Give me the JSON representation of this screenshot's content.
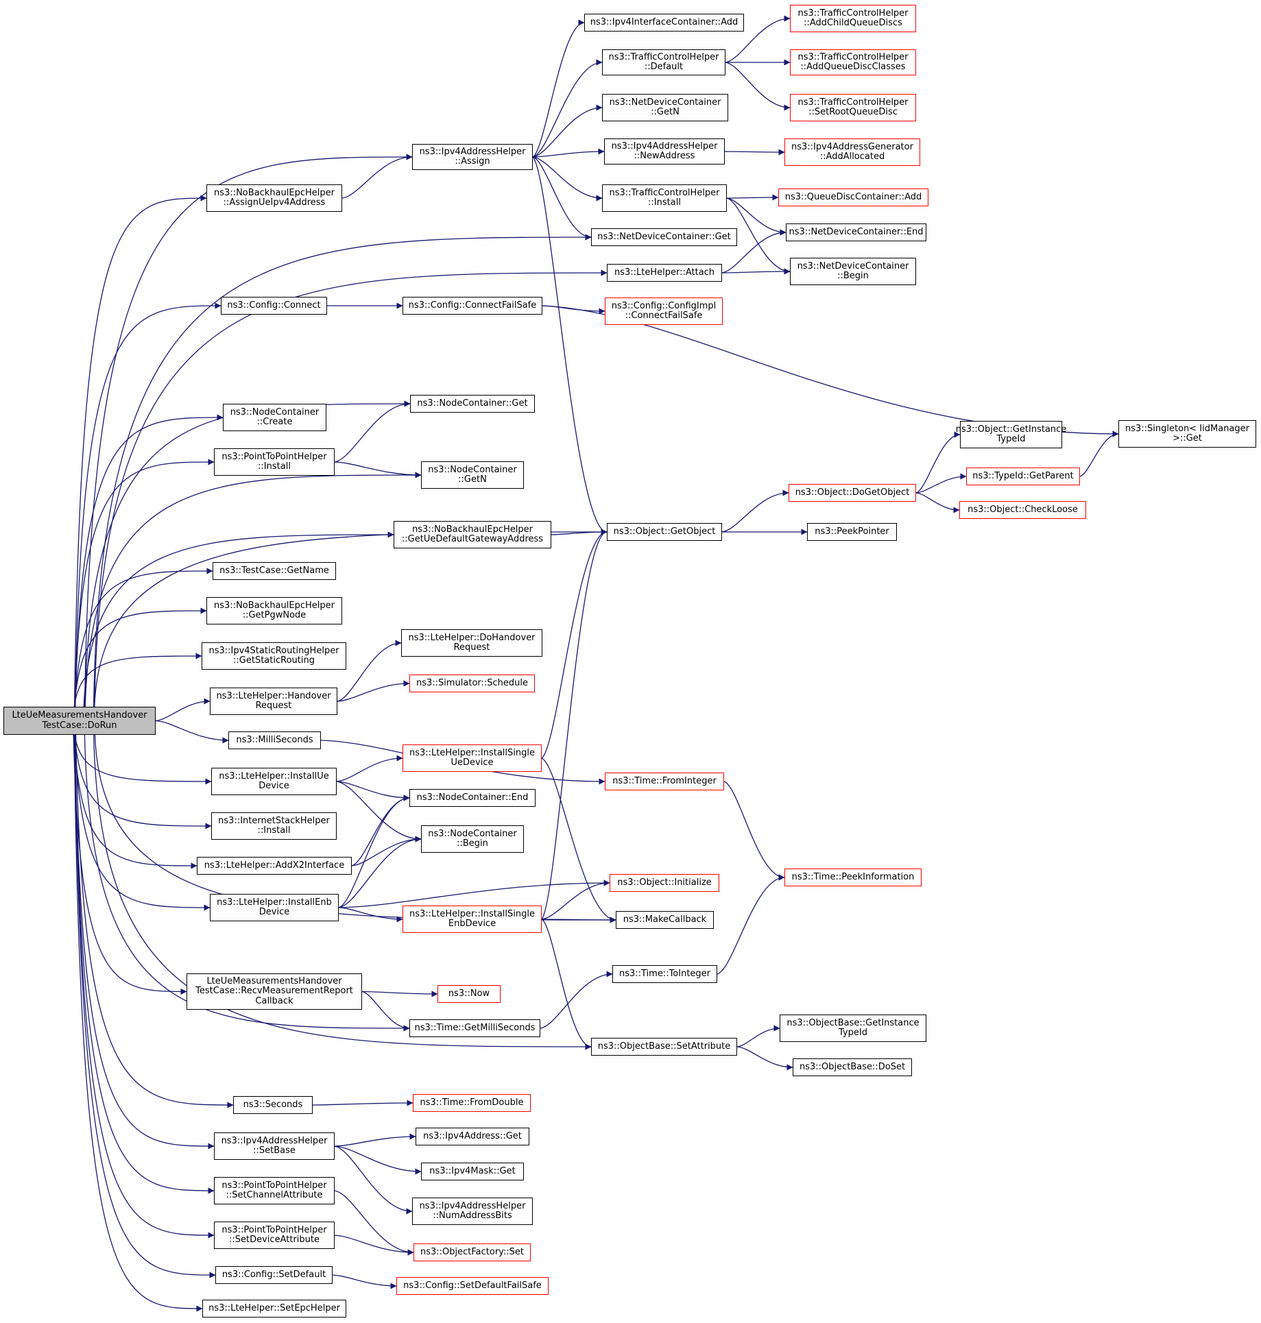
{
  "diagram": {
    "kind": "doxygen call graph",
    "root": "LteUeMeasurementsHandoverTestCase::DoRun",
    "colors": {
      "edge": "#191970",
      "node_border": "#000000",
      "node_border_incomplete": "#ff0000",
      "root_fill": "#bfbfbf"
    },
    "nodes": [
      {
        "id": "root",
        "lines": [
          "LteUeMeasurementsHandover",
          "TestCase::DoRun"
        ],
        "style": "root"
      },
      {
        "id": "assignUeIpv4",
        "lines": [
          "ns3::NoBackhaulEpcHelper",
          "::AssignUeIpv4Address"
        ],
        "style": "normal"
      },
      {
        "id": "ipv4Assign",
        "lines": [
          "ns3::Ipv4AddressHelper",
          "::Assign"
        ],
        "style": "normal"
      },
      {
        "id": "ipv4IfcAdd",
        "lines": [
          "ns3::Ipv4InterfaceContainer::Add"
        ],
        "style": "normal"
      },
      {
        "id": "tchDefault",
        "lines": [
          "ns3::TrafficControlHelper",
          "::Default"
        ],
        "style": "normal"
      },
      {
        "id": "tchAddChild",
        "lines": [
          "ns3::TrafficControlHelper",
          "::AddChildQueueDiscs"
        ],
        "style": "red"
      },
      {
        "id": "tchAddClasses",
        "lines": [
          "ns3::TrafficControlHelper",
          "::AddQueueDiscClasses"
        ],
        "style": "red"
      },
      {
        "id": "tchSetRoot",
        "lines": [
          "ns3::TrafficControlHelper",
          "::SetRootQueueDisc"
        ],
        "style": "red"
      },
      {
        "id": "ndcGetN",
        "lines": [
          "ns3::NetDeviceContainer",
          "::GetN"
        ],
        "style": "normal"
      },
      {
        "id": "ipv4NewAddr",
        "lines": [
          "ns3::Ipv4AddressHelper",
          "::NewAddress"
        ],
        "style": "normal"
      },
      {
        "id": "ipv4GenAlloc",
        "lines": [
          "ns3::Ipv4AddressGenerator",
          "::AddAllocated"
        ],
        "style": "red"
      },
      {
        "id": "tchInstall",
        "lines": [
          "ns3::TrafficControlHelper",
          "::Install"
        ],
        "style": "normal"
      },
      {
        "id": "qdcAdd",
        "lines": [
          "ns3::QueueDiscContainer::Add"
        ],
        "style": "red"
      },
      {
        "id": "ndcEnd",
        "lines": [
          "ns3::NetDeviceContainer::End"
        ],
        "style": "normal"
      },
      {
        "id": "ndcGet",
        "lines": [
          "ns3::NetDeviceContainer::Get"
        ],
        "style": "normal"
      },
      {
        "id": "lteAttach",
        "lines": [
          "ns3::LteHelper::Attach"
        ],
        "style": "normal"
      },
      {
        "id": "ndcBegin",
        "lines": [
          "ns3::NetDeviceContainer",
          "::Begin"
        ],
        "style": "normal"
      },
      {
        "id": "cfgConnect",
        "lines": [
          "ns3::Config::Connect"
        ],
        "style": "normal"
      },
      {
        "id": "cfgConnectFS",
        "lines": [
          "ns3::Config::ConnectFailSafe"
        ],
        "style": "normal"
      },
      {
        "id": "cfgImplConnect",
        "lines": [
          "ns3::Config::ConfigImpl",
          "::ConnectFailSafe"
        ],
        "style": "red"
      },
      {
        "id": "singletonGet",
        "lines": [
          "ns3::Singleton< IidManager",
          " >::Get"
        ],
        "style": "normal"
      },
      {
        "id": "ncCreate",
        "lines": [
          "ns3::NodeContainer",
          "::Create"
        ],
        "style": "normal"
      },
      {
        "id": "ncGet",
        "lines": [
          "ns3::NodeContainer::Get"
        ],
        "style": "normal"
      },
      {
        "id": "p2pInstall",
        "lines": [
          "ns3::PointToPointHelper",
          "::Install"
        ],
        "style": "normal"
      },
      {
        "id": "ncGetN",
        "lines": [
          "ns3::NodeContainer",
          "::GetN"
        ],
        "style": "normal"
      },
      {
        "id": "getUeGw",
        "lines": [
          "ns3::NoBackhaulEpcHelper",
          "::GetUeDefaultGatewayAddress"
        ],
        "style": "normal"
      },
      {
        "id": "objGetObject",
        "lines": [
          "ns3::Object::GetObject"
        ],
        "style": "normal"
      },
      {
        "id": "peekPointer",
        "lines": [
          "ns3::PeekPointer"
        ],
        "style": "normal"
      },
      {
        "id": "objDoGetObject",
        "lines": [
          "ns3::Object::DoGetObject"
        ],
        "style": "red"
      },
      {
        "id": "objGetInstTid",
        "lines": [
          "ns3::Object::GetInstance",
          "TypeId"
        ],
        "style": "normal"
      },
      {
        "id": "tidGetParent",
        "lines": [
          "ns3::TypeId::GetParent"
        ],
        "style": "red"
      },
      {
        "id": "objCheckLoose",
        "lines": [
          "ns3::Object::CheckLoose"
        ],
        "style": "red"
      },
      {
        "id": "tcGetName",
        "lines": [
          "ns3::TestCase::GetName"
        ],
        "style": "normal"
      },
      {
        "id": "getPgwNode",
        "lines": [
          "ns3::NoBackhaulEpcHelper",
          "::GetPgwNode"
        ],
        "style": "normal"
      },
      {
        "id": "getStaticRouting",
        "lines": [
          "ns3::Ipv4StaticRoutingHelper",
          "::GetStaticRouting"
        ],
        "style": "normal"
      },
      {
        "id": "lteHandoverReq",
        "lines": [
          "ns3::LteHelper::Handover",
          "Request"
        ],
        "style": "normal"
      },
      {
        "id": "lteDoHandoverReq",
        "lines": [
          "ns3::LteHelper::DoHandover",
          "Request"
        ],
        "style": "normal"
      },
      {
        "id": "simSchedule",
        "lines": [
          "ns3::Simulator::Schedule"
        ],
        "style": "red"
      },
      {
        "id": "milliSeconds",
        "lines": [
          "ns3::MilliSeconds"
        ],
        "style": "normal"
      },
      {
        "id": "lteInstallSingleUe",
        "lines": [
          "ns3::LteHelper::InstallSingle",
          "UeDevice"
        ],
        "style": "red"
      },
      {
        "id": "timeFromInteger",
        "lines": [
          "ns3::Time::FromInteger"
        ],
        "style": "red"
      },
      {
        "id": "lteInstallUe",
        "lines": [
          "ns3::LteHelper::InstallUe",
          "Device"
        ],
        "style": "normal"
      },
      {
        "id": "ncEnd",
        "lines": [
          "ns3::NodeContainer::End"
        ],
        "style": "normal"
      },
      {
        "id": "ncBegin",
        "lines": [
          "ns3::NodeContainer",
          "::Begin"
        ],
        "style": "normal"
      },
      {
        "id": "inetStackInstall",
        "lines": [
          "ns3::InternetStackHelper",
          "::Install"
        ],
        "style": "normal"
      },
      {
        "id": "lteAddX2",
        "lines": [
          "ns3::LteHelper::AddX2Interface"
        ],
        "style": "normal"
      },
      {
        "id": "timePeekInfo",
        "lines": [
          "ns3::Time::PeekInformation"
        ],
        "style": "red"
      },
      {
        "id": "objInitialize",
        "lines": [
          "ns3::Object::Initialize"
        ],
        "style": "red"
      },
      {
        "id": "lteInstallEnb",
        "lines": [
          "ns3::LteHelper::InstallEnb",
          "Device"
        ],
        "style": "normal"
      },
      {
        "id": "lteInstallSingleEnb",
        "lines": [
          "ns3::LteHelper::InstallSingle",
          "EnbDevice"
        ],
        "style": "red"
      },
      {
        "id": "makeCallback",
        "lines": [
          "ns3::MakeCallback"
        ],
        "style": "normal"
      },
      {
        "id": "timeToInteger",
        "lines": [
          "ns3::Time::ToInteger"
        ],
        "style": "normal"
      },
      {
        "id": "recvMeasCb",
        "lines": [
          "LteUeMeasurementsHandover",
          "TestCase::RecvMeasurementReport",
          "Callback"
        ],
        "style": "normal"
      },
      {
        "id": "now",
        "lines": [
          "ns3::Now"
        ],
        "style": "red"
      },
      {
        "id": "timeGetMs",
        "lines": [
          "ns3::Time::GetMilliSeconds"
        ],
        "style": "normal"
      },
      {
        "id": "objBaseGetInstTid",
        "lines": [
          "ns3::ObjectBase::GetInstance",
          "TypeId"
        ],
        "style": "normal"
      },
      {
        "id": "objBaseSetAttr",
        "lines": [
          "ns3::ObjectBase::SetAttribute"
        ],
        "style": "normal"
      },
      {
        "id": "objBaseDoSet",
        "lines": [
          "ns3::ObjectBase::DoSet"
        ],
        "style": "normal"
      },
      {
        "id": "seconds",
        "lines": [
          "ns3::Seconds"
        ],
        "style": "normal"
      },
      {
        "id": "timeFromDouble",
        "lines": [
          "ns3::Time::FromDouble"
        ],
        "style": "red"
      },
      {
        "id": "ipv4SetBase",
        "lines": [
          "ns3::Ipv4AddressHelper",
          "::SetBase"
        ],
        "style": "normal"
      },
      {
        "id": "ipv4AddrGet",
        "lines": [
          "ns3::Ipv4Address::Get"
        ],
        "style": "normal"
      },
      {
        "id": "ipv4MaskGet",
        "lines": [
          "ns3::Ipv4Mask::Get"
        ],
        "style": "normal"
      },
      {
        "id": "ipv4NumBits",
        "lines": [
          "ns3::Ipv4AddressHelper",
          "::NumAddressBits"
        ],
        "style": "normal"
      },
      {
        "id": "p2pSetChanAttr",
        "lines": [
          "ns3::PointToPointHelper",
          "::SetChannelAttribute"
        ],
        "style": "normal"
      },
      {
        "id": "objFactorySet",
        "lines": [
          "ns3::ObjectFactory::Set"
        ],
        "style": "red"
      },
      {
        "id": "p2pSetDevAttr",
        "lines": [
          "ns3::PointToPointHelper",
          "::SetDeviceAttribute"
        ],
        "style": "normal"
      },
      {
        "id": "cfgSetDefault",
        "lines": [
          "ns3::Config::SetDefault"
        ],
        "style": "normal"
      },
      {
        "id": "cfgSetDefaultFS",
        "lines": [
          "ns3::Config::SetDefaultFailSafe"
        ],
        "style": "red"
      },
      {
        "id": "lteSetEpcHelper",
        "lines": [
          "ns3::LteHelper::SetEpcHelper"
        ],
        "style": "normal"
      }
    ],
    "edges": [
      [
        "root",
        "assignUeIpv4"
      ],
      [
        "root",
        "ipv4Assign"
      ],
      [
        "root",
        "ndcGet"
      ],
      [
        "root",
        "lteAttach"
      ],
      [
        "root",
        "cfgConnect"
      ],
      [
        "root",
        "objGetObject"
      ],
      [
        "root",
        "ncGet"
      ],
      [
        "root",
        "ncCreate"
      ],
      [
        "root",
        "p2pInstall"
      ],
      [
        "root",
        "ncGetN"
      ],
      [
        "root",
        "getUeGw"
      ],
      [
        "root",
        "tcGetName"
      ],
      [
        "root",
        "getPgwNode"
      ],
      [
        "root",
        "getStaticRouting"
      ],
      [
        "root",
        "lteHandoverReq"
      ],
      [
        "root",
        "milliSeconds"
      ],
      [
        "root",
        "lteInstallUe"
      ],
      [
        "root",
        "inetStackInstall"
      ],
      [
        "root",
        "lteAddX2"
      ],
      [
        "root",
        "lteInstallEnb"
      ],
      [
        "root",
        "makeCallback"
      ],
      [
        "root",
        "recvMeasCb"
      ],
      [
        "root",
        "timeGetMs"
      ],
      [
        "root",
        "objBaseSetAttr"
      ],
      [
        "root",
        "seconds"
      ],
      [
        "root",
        "ipv4SetBase"
      ],
      [
        "root",
        "p2pSetChanAttr"
      ],
      [
        "root",
        "p2pSetDevAttr"
      ],
      [
        "root",
        "cfgSetDefault"
      ],
      [
        "root",
        "lteSetEpcHelper"
      ],
      [
        "assignUeIpv4",
        "ipv4Assign"
      ],
      [
        "ipv4Assign",
        "ipv4IfcAdd"
      ],
      [
        "ipv4Assign",
        "tchDefault"
      ],
      [
        "ipv4Assign",
        "ndcGetN"
      ],
      [
        "ipv4Assign",
        "ipv4NewAddr"
      ],
      [
        "ipv4Assign",
        "tchInstall"
      ],
      [
        "ipv4Assign",
        "ndcGet"
      ],
      [
        "ipv4Assign",
        "objGetObject"
      ],
      [
        "tchDefault",
        "tchAddChild"
      ],
      [
        "tchDefault",
        "tchAddClasses"
      ],
      [
        "tchDefault",
        "tchSetRoot"
      ],
      [
        "ipv4NewAddr",
        "ipv4GenAlloc"
      ],
      [
        "tchInstall",
        "qdcAdd"
      ],
      [
        "tchInstall",
        "ndcEnd"
      ],
      [
        "tchInstall",
        "ndcBegin"
      ],
      [
        "lteAttach",
        "ndcEnd"
      ],
      [
        "lteAttach",
        "ndcBegin"
      ],
      [
        "cfgConnect",
        "cfgConnectFS"
      ],
      [
        "cfgConnectFS",
        "cfgImplConnect"
      ],
      [
        "cfgConnectFS",
        "singletonGet"
      ],
      [
        "p2pInstall",
        "ncGet"
      ],
      [
        "p2pInstall",
        "ncGetN"
      ],
      [
        "getUeGw",
        "objGetObject"
      ],
      [
        "objGetObject",
        "objDoGetObject"
      ],
      [
        "objGetObject",
        "peekPointer"
      ],
      [
        "objDoGetObject",
        "objGetInstTid"
      ],
      [
        "objDoGetObject",
        "tidGetParent"
      ],
      [
        "objDoGetObject",
        "objCheckLoose"
      ],
      [
        "tidGetParent",
        "singletonGet"
      ],
      [
        "lteHandoverReq",
        "lteDoHandoverReq"
      ],
      [
        "lteHandoverReq",
        "simSchedule"
      ],
      [
        "milliSeconds",
        "timeFromInteger"
      ],
      [
        "timeFromInteger",
        "timePeekInfo"
      ],
      [
        "lteInstallUe",
        "lteInstallSingleUe"
      ],
      [
        "lteInstallUe",
        "ncEnd"
      ],
      [
        "lteInstallUe",
        "ncBegin"
      ],
      [
        "lteInstallSingleUe",
        "objGetObject"
      ],
      [
        "lteInstallSingleUe",
        "makeCallback"
      ],
      [
        "lteAddX2",
        "ncEnd"
      ],
      [
        "lteAddX2",
        "ncBegin"
      ],
      [
        "lteInstallEnb",
        "objInitialize"
      ],
      [
        "lteInstallEnb",
        "lteInstallSingleEnb"
      ],
      [
        "lteInstallEnb",
        "ncEnd"
      ],
      [
        "lteInstallEnb",
        "ncBegin"
      ],
      [
        "lteInstallSingleEnb",
        "objGetObject"
      ],
      [
        "lteInstallSingleEnb",
        "objInitialize"
      ],
      [
        "lteInstallSingleEnb",
        "makeCallback"
      ],
      [
        "lteInstallSingleEnb",
        "objBaseSetAttr"
      ],
      [
        "recvMeasCb",
        "now"
      ],
      [
        "recvMeasCb",
        "timeGetMs"
      ],
      [
        "timeGetMs",
        "timeToInteger"
      ],
      [
        "timeToInteger",
        "timePeekInfo"
      ],
      [
        "objBaseSetAttr",
        "objBaseGetInstTid"
      ],
      [
        "objBaseSetAttr",
        "objBaseDoSet"
      ],
      [
        "seconds",
        "timeFromDouble"
      ],
      [
        "ipv4SetBase",
        "ipv4AddrGet"
      ],
      [
        "ipv4SetBase",
        "ipv4MaskGet"
      ],
      [
        "ipv4SetBase",
        "ipv4NumBits"
      ],
      [
        "p2pSetChanAttr",
        "objFactorySet"
      ],
      [
        "p2pSetDevAttr",
        "objFactorySet"
      ],
      [
        "cfgSetDefault",
        "cfgSetDefaultFS"
      ]
    ]
  }
}
